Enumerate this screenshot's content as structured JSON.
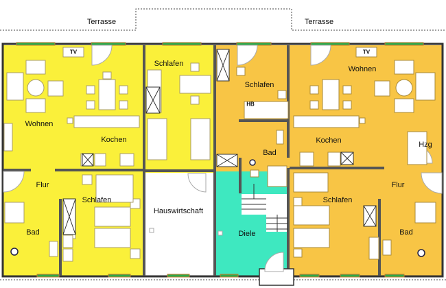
{
  "colors": {
    "left_unit": "#FAF03A",
    "right_unit": "#F8C545",
    "entry": "#3EE8C0",
    "utility": "#FFFFFF",
    "wall": "#333333",
    "window_glass": "#2FA84A",
    "window_frame": "#C77B30"
  },
  "terraces": [
    {
      "label": "Terrasse"
    },
    {
      "label": "Terrasse"
    }
  ],
  "left_unit": {
    "rooms": {
      "wohnen": "Wohnen",
      "kochen": "Kochen",
      "schlafen_top": "Schlafen",
      "flur": "Flur",
      "schlafen_bottom": "Schlafen",
      "bad": "Bad"
    },
    "tv": "TV"
  },
  "right_unit": {
    "rooms": {
      "schlafen_top": "Schlafen",
      "wohnen": "Wohnen",
      "bad_top": "Bad",
      "kochen": "Kochen",
      "hzg": "Hzg",
      "flur": "Flur",
      "schlafen_bottom": "Schlafen",
      "bad_bottom": "Bad"
    },
    "tv": "TV",
    "hb": "HB"
  },
  "center": {
    "hauswirtschaft": "Hauswirtschaft",
    "diele": "Diele"
  }
}
